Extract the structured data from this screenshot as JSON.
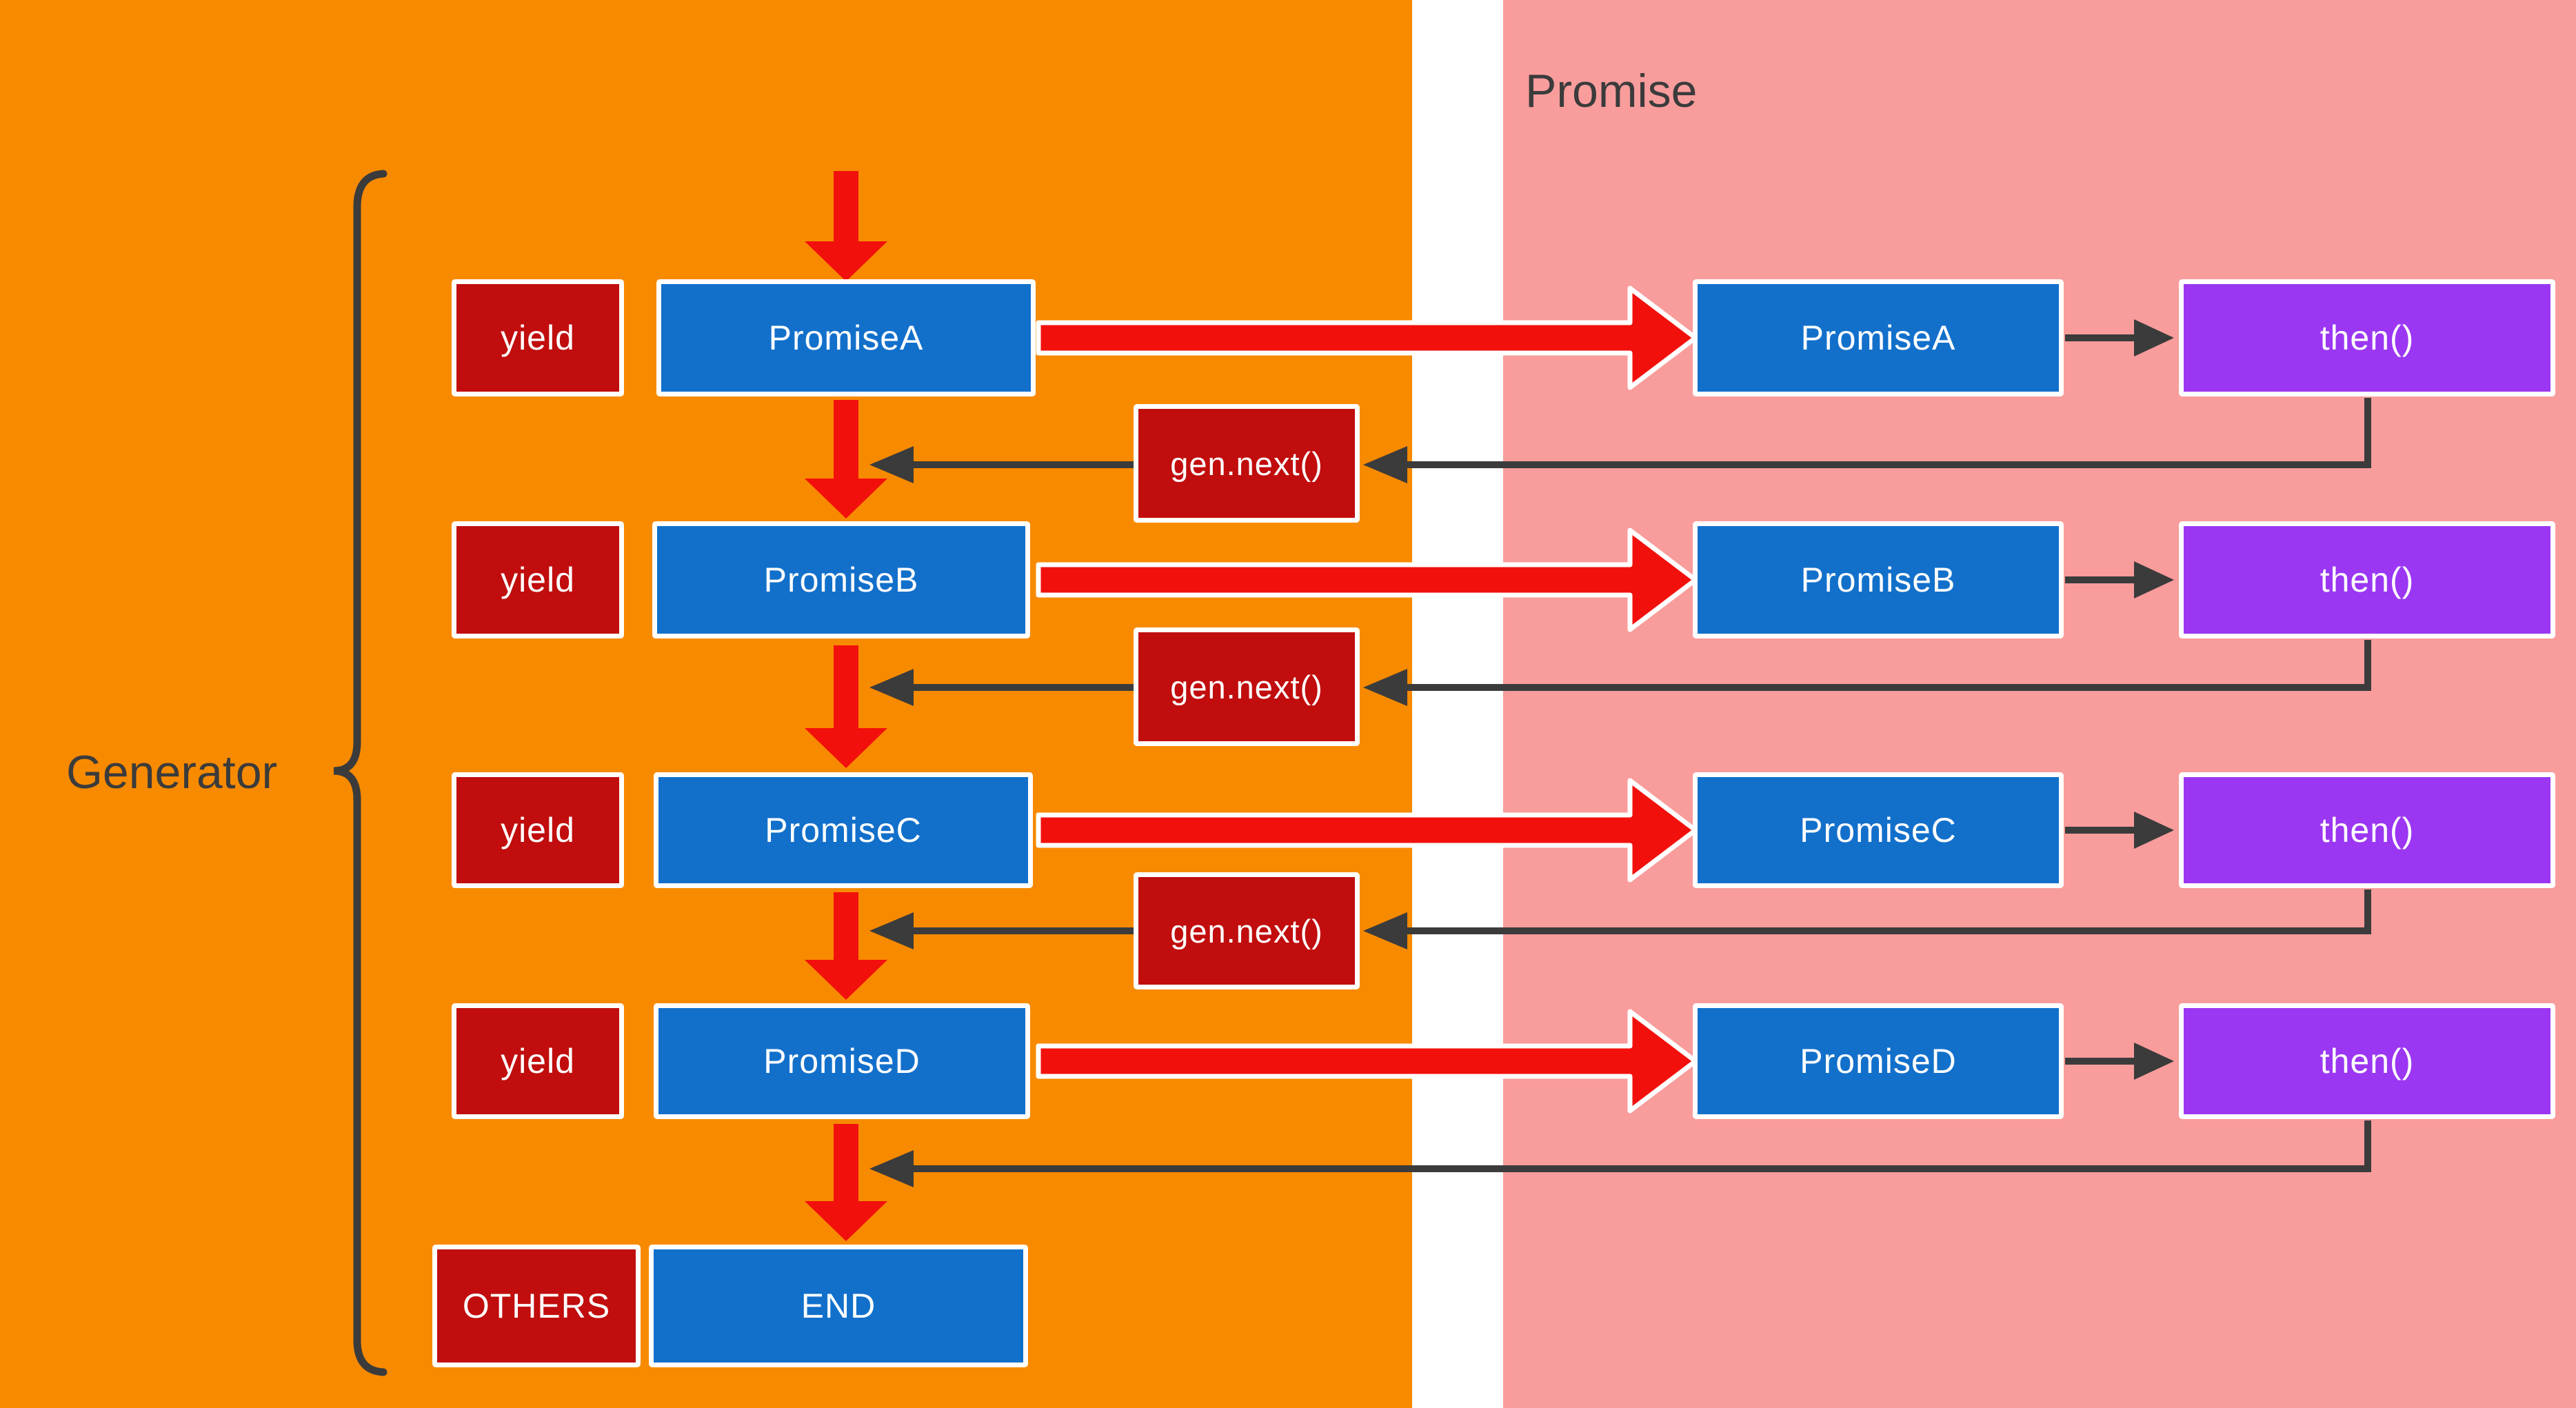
{
  "title_generator": "Generator",
  "title_promise": "Promise",
  "rows": [
    {
      "yield": "yield",
      "generator_promise": "PromiseA",
      "promise_copy": "PromiseA",
      "then": "then()",
      "gen_next": "gen.next()"
    },
    {
      "yield": "yield",
      "generator_promise": "PromiseB",
      "promise_copy": "PromiseB",
      "then": "then()",
      "gen_next": "gen.next()"
    },
    {
      "yield": "yield",
      "generator_promise": "PromiseC",
      "promise_copy": "PromiseC",
      "then": "then()",
      "gen_next": "gen.next()"
    },
    {
      "yield": "yield",
      "generator_promise": "PromiseD",
      "promise_copy": "PromiseD",
      "then": "then()"
    }
  ],
  "bottom_row": {
    "others": "OTHERS",
    "end": "END"
  },
  "colors": {
    "generator_bg": "#F88A00",
    "promise_bg": "#F99C9C",
    "gap_bg": "#FFFFFF",
    "blue_box": "#1270CB",
    "dark_red_box": "#C10D0D",
    "purple_box": "#9B37F2",
    "red_arrow": "#F2100C",
    "connector_dark": "#3B3B3B",
    "label_dark": "#3B3B3B",
    "box_text": "#FFFFFF",
    "box_border": "#FFFFFF"
  }
}
